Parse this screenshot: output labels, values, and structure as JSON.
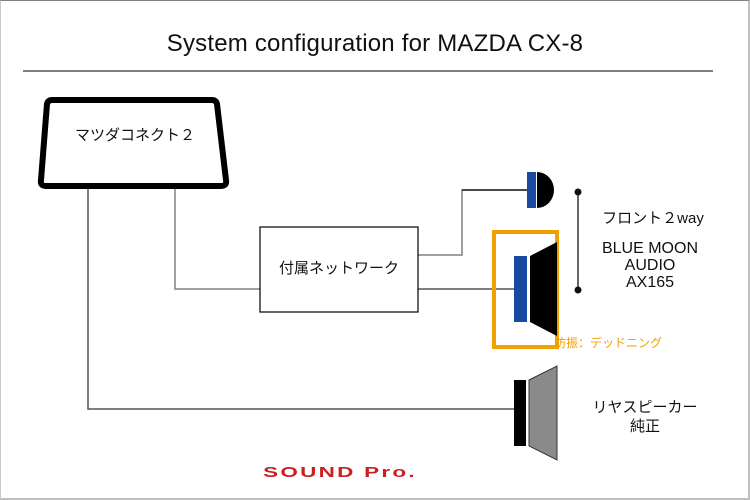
{
  "title": "System configuration for MAZDA CX-8",
  "head_unit": {
    "label": "マツダコネクト２"
  },
  "network": {
    "label": "付属ネットワーク"
  },
  "front": {
    "type_label": "フロント２way",
    "product_lines": [
      "BLUE MOON",
      "AUDIO",
      "AX165"
    ],
    "damping_label": "防振：デッドニング"
  },
  "rear": {
    "lines": [
      "リヤスピーカー",
      "純正"
    ]
  },
  "brand": "SOUND Pro.",
  "colors": {
    "accent_orange": "#f0a000",
    "driver_blue": "#1a4aa0",
    "brand_red": "#cc1f1f",
    "wire_gray": "#808080"
  }
}
